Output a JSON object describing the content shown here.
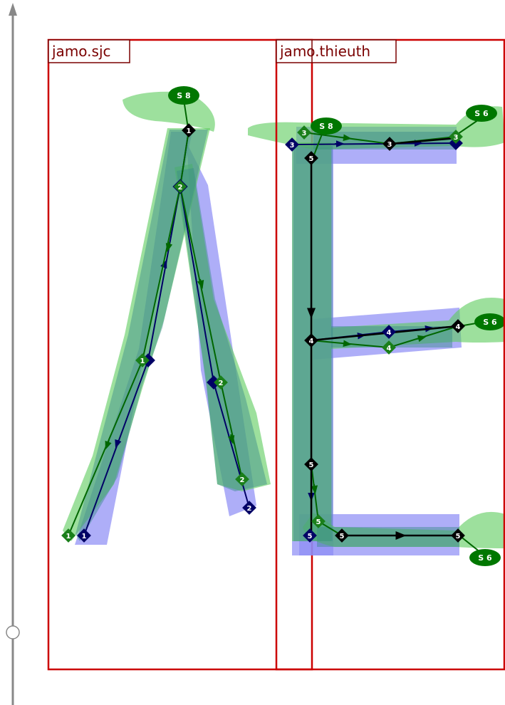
{
  "glyphs": [
    {
      "label": "jamo.sjc"
    },
    {
      "label": "jamo.thieuth"
    }
  ],
  "colors": {
    "frame": "#cc0000",
    "frame_label": "#7a0000",
    "fill_green": "#5ccc5c",
    "fill_blue": "#8c8cf5",
    "stroke_green": "#006600",
    "stroke_navy": "#000066",
    "node_black": "#000000",
    "axis": "#888888"
  },
  "start_markers": [
    {
      "glyph": "jamo.sjc",
      "text": "S 8"
    },
    {
      "glyph": "jamo.thieuth",
      "text": "S 8"
    },
    {
      "glyph": "jamo.thieuth",
      "text": "S 6"
    },
    {
      "glyph": "jamo.thieuth",
      "text": "S 6"
    },
    {
      "glyph": "jamo.thieuth",
      "text": "S 6"
    }
  ],
  "node_labels": {
    "sjc_green": [
      "1",
      "1",
      "2",
      "2",
      "2"
    ],
    "sjc_navy": [
      "1",
      "1",
      "2",
      "2"
    ],
    "sjc_black": [
      "1"
    ],
    "thieuth_green": [
      "3",
      "3",
      "4",
      "5"
    ],
    "thieuth_navy": [
      "3",
      "3",
      "4",
      "5"
    ],
    "thieuth_black": [
      "3",
      "5",
      "4",
      "4",
      "5",
      "5",
      "5"
    ]
  }
}
